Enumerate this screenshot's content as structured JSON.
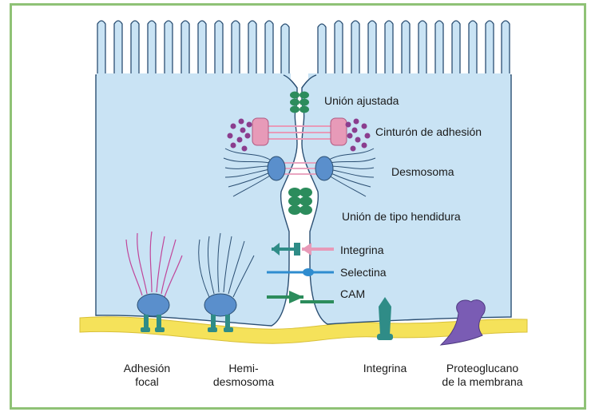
{
  "labels": {
    "tight_junction": "Unión ajustada",
    "adherens_belt": "Cinturón de adhesión",
    "desmosome": "Desmosoma",
    "gap_junction": "Unión de tipo hendidura",
    "integrin_right": "Integrina",
    "selectin": "Selectina",
    "cam": "CAM",
    "focal_adhesion_1": "Adhesión",
    "focal_adhesion_2": "focal",
    "hemidesmosome_1": "Hemi-",
    "hemidesmosome_2": "desmosoma",
    "integrin_bottom": "Integrina",
    "proteoglycan_1": "Proteoglucano",
    "proteoglycan_2": "de la membrana"
  },
  "colors": {
    "frame": "#8fc276",
    "cell_fill": "#c9e3f4",
    "cell_stroke": "#2b4f73",
    "membrane": "#f5e25a",
    "green_protein": "#2c8c5c",
    "pink_protein": "#e79ab8",
    "blue_protein": "#5a8fcc",
    "purple": "#8b3d8e",
    "teal": "#2f8c87"
  }
}
